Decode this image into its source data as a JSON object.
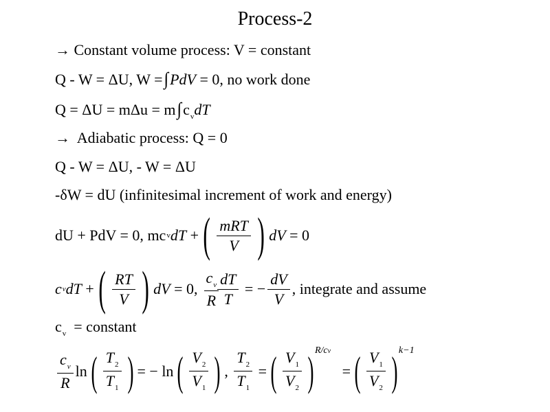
{
  "title": "Process-2",
  "arrow": "→",
  "const_vol": {
    "label": "Constant volume process:",
    "eq": "V = constant"
  },
  "line_work": {
    "a": "Q - W = ΔU,",
    "b": "W =",
    "integ": "∫",
    "pdv": "PdV",
    "c": "= 0, no work done"
  },
  "line_q": {
    "a": "Q = ΔU = mΔu = m",
    "integ": "∫",
    "c": "c",
    "v": "v",
    "dt": "dT"
  },
  "adiabatic": {
    "label": "Adiabatic process:",
    "eq": "Q = 0"
  },
  "line_adiab": "Q - W = ΔU,   - W = ΔU",
  "line_delta": "-δW = dU (infinitesimal increment of work and energy)",
  "line_du": {
    "a": "dU + PdV = 0,",
    "b": "mc",
    "v": "v",
    "dt": "dT",
    "plus": "+",
    "num": "mRT",
    "den": "V",
    "dv": "dV",
    "eq0": "= 0"
  },
  "line_cv": {
    "c": "c",
    "v": "v",
    "dt": "dT",
    "plus": "+",
    "num": "RT",
    "den": "V",
    "dv": "dV",
    "eq0": "= 0,",
    "f1num": "c",
    "f1v": "v",
    "f1den": "R",
    "f2num": "dT",
    "f2den": "T",
    "eqneg": "= −",
    "f3num": "dV",
    "f3den": "V",
    "tail": ",  integrate and assume"
  },
  "line_cv_const": {
    "c": "c",
    "v": "v",
    "eq": "= constant"
  },
  "final": {
    "f1num": "c",
    "f1v": "v",
    "f1den": "R",
    "ln": "ln",
    "t": "T",
    "v": "V",
    "s2": "2",
    "s1": "1",
    "eqneg": "= − ln",
    "comma": ",",
    "eq": "=",
    "exp1": "R/c",
    "exp1v": "v",
    "exp2": "k−1"
  }
}
